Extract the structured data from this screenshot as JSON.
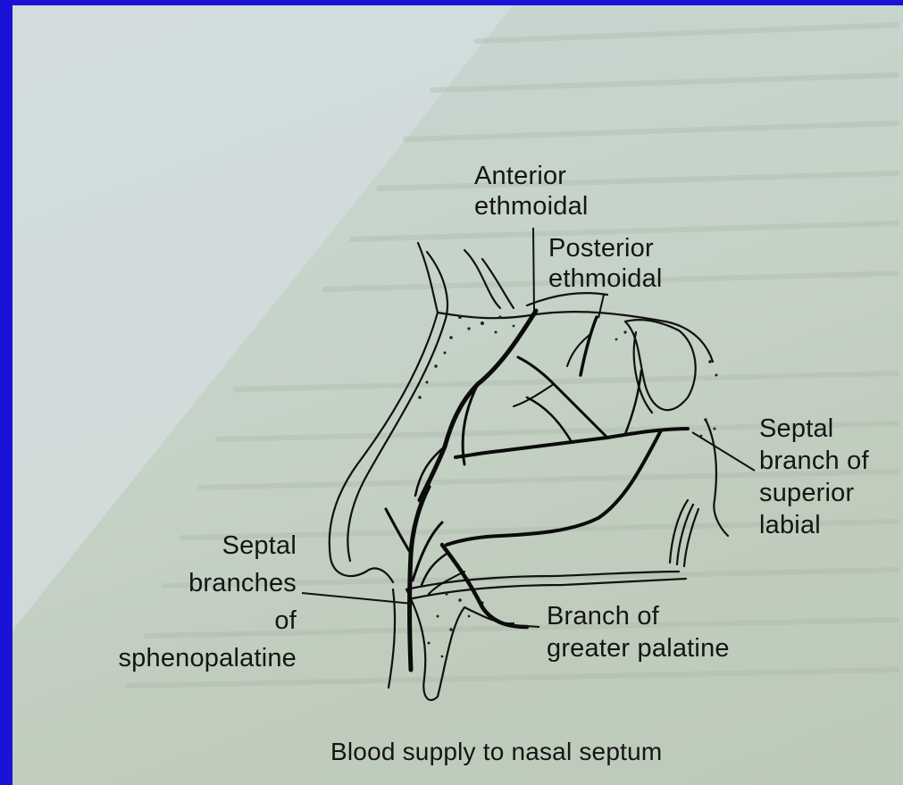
{
  "labels": {
    "anterior_ethmoidal": [
      "Anterior",
      "ethmoidal"
    ],
    "posterior_ethmoidal": [
      "Posterior",
      "ethmoidal"
    ],
    "septal_superior_labial": [
      "Septal",
      "branch of",
      "superior",
      "labial"
    ],
    "septal_sphenopalatine": [
      "Septal",
      "branches",
      "of",
      "sphenopalatine"
    ],
    "greater_palatine": [
      "Branch of",
      "greater palatine"
    ]
  },
  "caption": "Blood supply to nasal septum",
  "colors": {
    "frame": "#1a12d6",
    "paper": "#c3d0c2",
    "ink": "#151515"
  }
}
